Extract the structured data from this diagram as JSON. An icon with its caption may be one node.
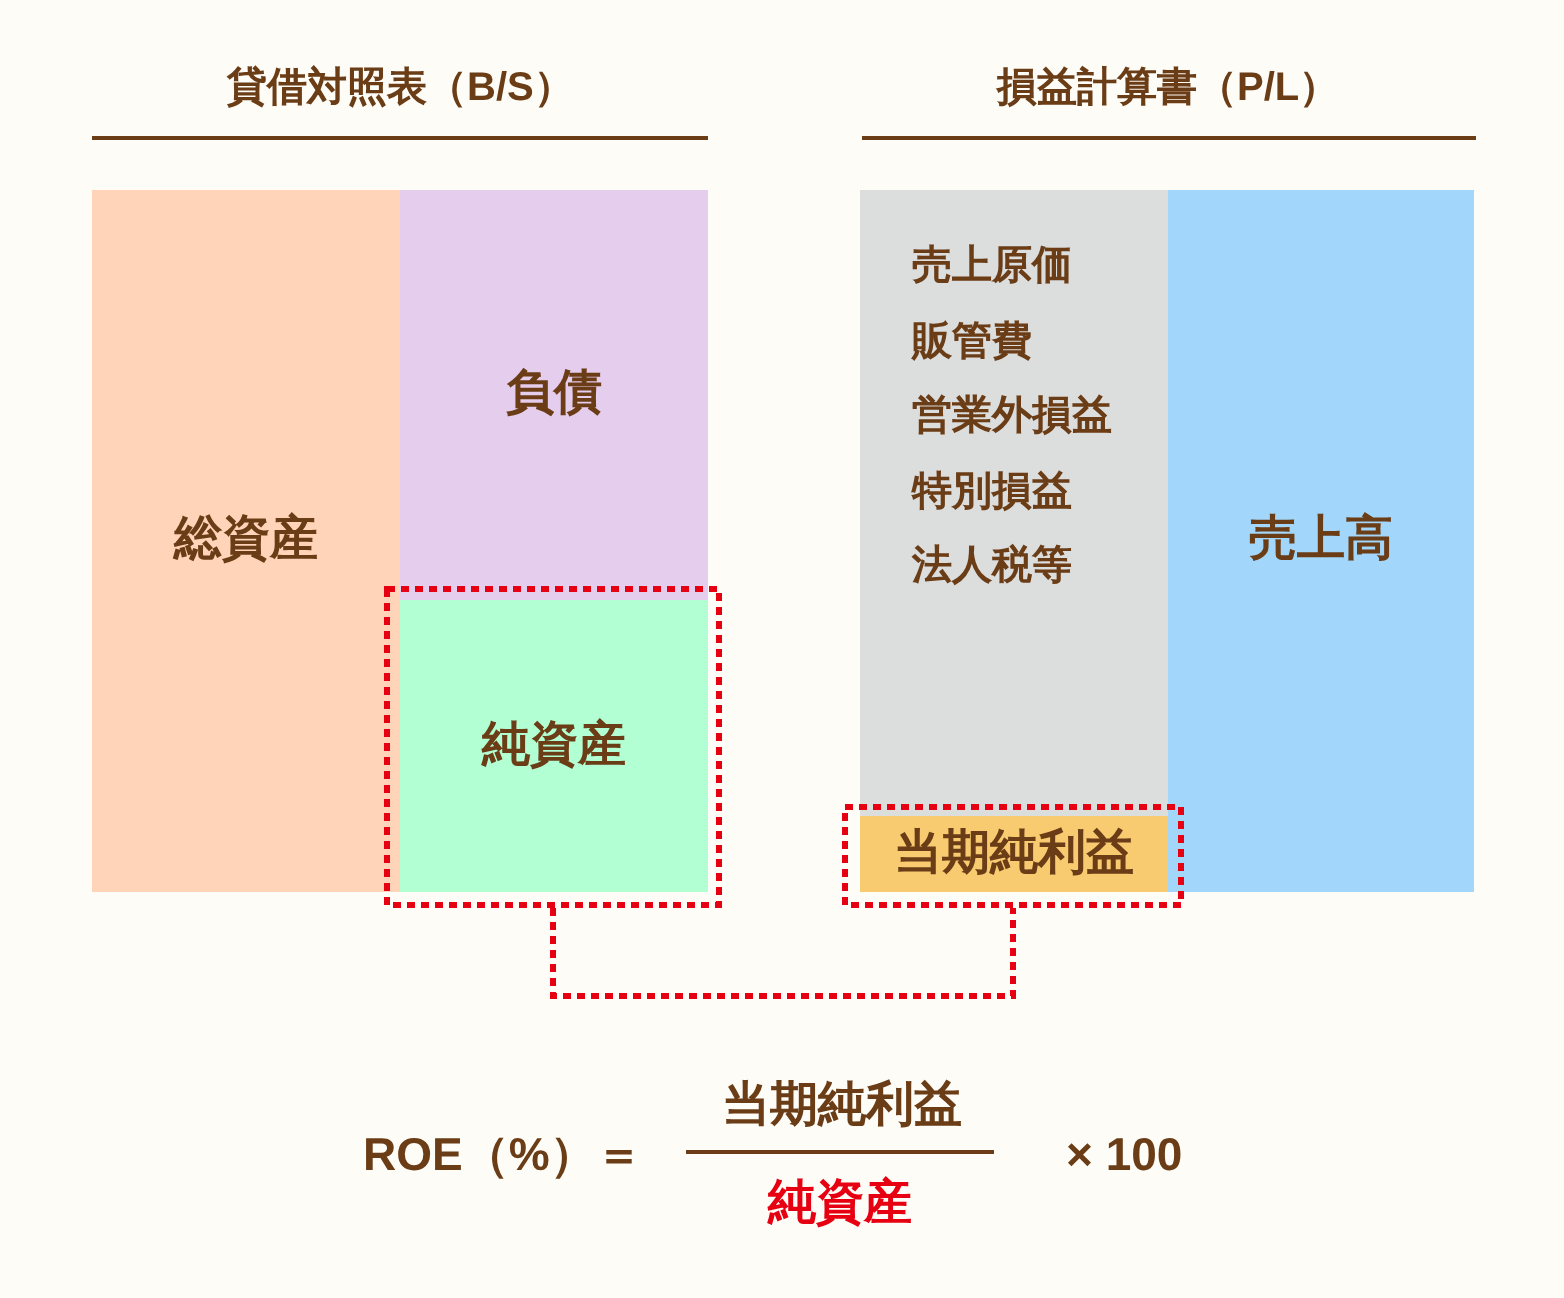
{
  "diagram": {
    "nodes": [
      {
        "text": [
          "総資産"
        ]
      },
      {
        "text": [
          "負債"
        ]
      },
      {
        "text": [],
        "shape": "box"
      },
      {
        "text": [
          "純資産"
        ],
        "in": 2
      },
      {
        "text": [
          "売上原価",
          "販管費",
          "営業外損益",
          "特別損益",
          "法人税等"
        ]
      },
      {
        "text": [
          "売上高"
        ]
      },
      {
        "text": [],
        "shape": "box"
      },
      {
        "text": [
          "当期純利益"
        ],
        "in": 6
      }
    ],
    "edges": [
      {
        "from": 2,
        "to": 6,
        "arrow": "none",
        "style": "dashed",
        "color": "#e60012"
      }
    ],
    "labels": [
      "貸借対照表（B/S）",
      "損益計算書（P/L）",
      "ROE（%）＝",
      "当期純利益",
      "純資産",
      "× 100"
    ]
  }
}
